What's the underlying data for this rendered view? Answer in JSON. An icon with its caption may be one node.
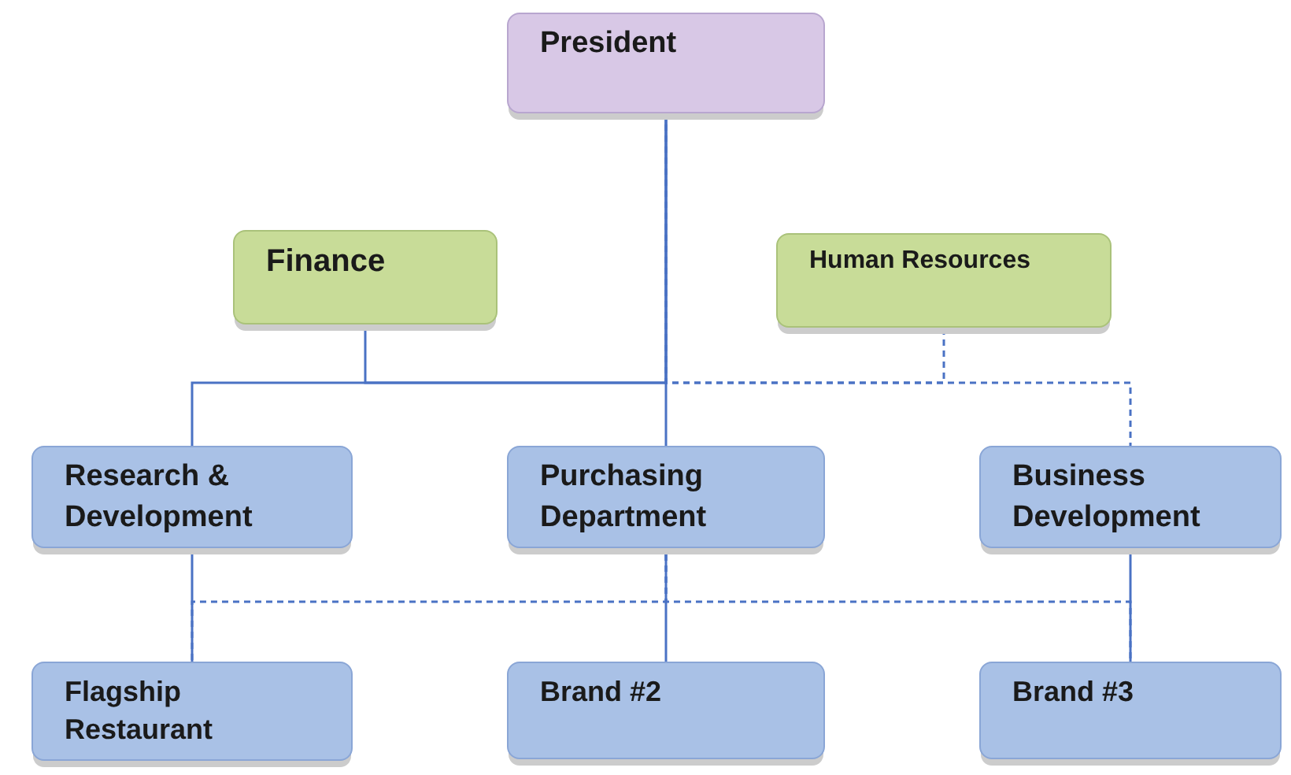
{
  "diagram": {
    "nodes": [
      {
        "text": [
          "President"
        ]
      },
      {
        "text": [
          "Finance"
        ]
      },
      {
        "text": [
          "Human Resources"
        ]
      },
      {
        "text": [
          "Research & Development"
        ]
      },
      {
        "text": [
          "Purchasing Department"
        ]
      },
      {
        "text": [
          "Business Development"
        ]
      },
      {
        "text": [
          "Flagship Restaurant"
        ]
      },
      {
        "text": [
          "Brand #2"
        ]
      },
      {
        "text": [
          "Brand #3"
        ]
      }
    ],
    "edges": [
      {
        "from": 0,
        "to": 1,
        "arrow": "none"
      },
      {
        "from": 0,
        "to": 2,
        "arrow": "none",
        "style": "dashed"
      },
      {
        "from": 0,
        "to": 3,
        "arrow": "none"
      },
      {
        "from": 0,
        "to": 4,
        "arrow": "none"
      },
      {
        "from": 0,
        "to": 5,
        "arrow": "none",
        "style": "dashed"
      },
      {
        "from": 3,
        "to": 6,
        "arrow": "none"
      },
      {
        "from": 4,
        "to": 7,
        "arrow": "none"
      },
      {
        "from": 5,
        "to": 8,
        "arrow": "none"
      },
      {
        "from": 4,
        "to": 6,
        "arrow": "none",
        "style": "dashed"
      },
      {
        "from": 4,
        "to": 8,
        "arrow": "none",
        "style": "dashed"
      }
    ]
  }
}
